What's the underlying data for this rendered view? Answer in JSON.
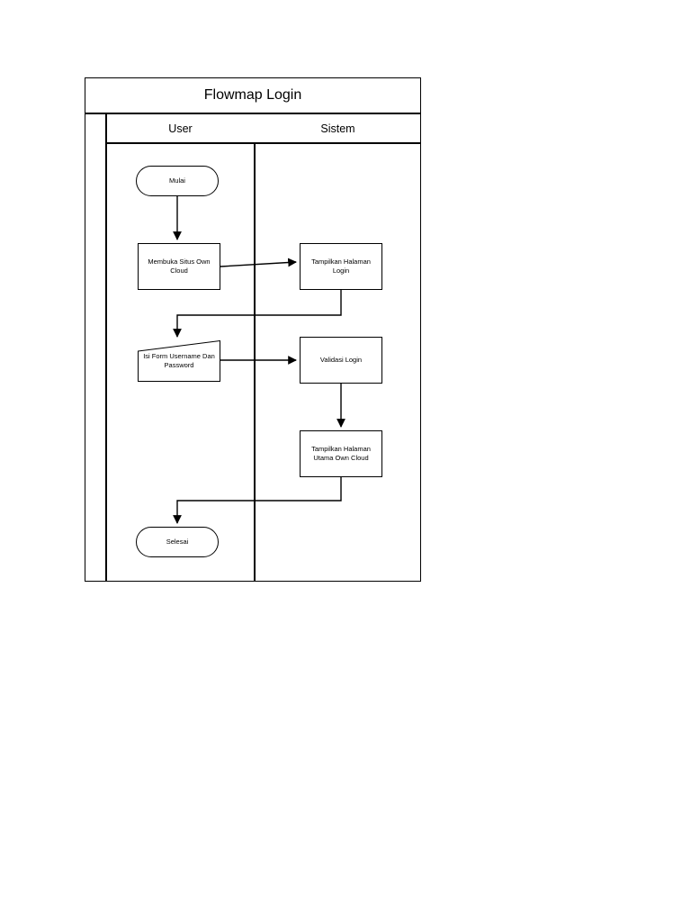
{
  "diagram": {
    "title": "Flowmap Login",
    "columns": [
      {
        "id": "user",
        "label": "User"
      },
      {
        "id": "sistem",
        "label": "Sistem"
      }
    ],
    "nodes": [
      {
        "id": "mulai",
        "label": "Mulai",
        "shape": "terminator",
        "column": "user"
      },
      {
        "id": "membuka",
        "label": "Membuka Situs Own Cloud",
        "shape": "process",
        "column": "user"
      },
      {
        "id": "tampilkan-login",
        "label": "Tampilkan Halaman Login",
        "shape": "process",
        "column": "sistem"
      },
      {
        "id": "isi-form",
        "label": "Isi Form Username Dan Password",
        "shape": "manual-input",
        "column": "user"
      },
      {
        "id": "validasi",
        "label": "Validasi Login",
        "shape": "process",
        "column": "sistem"
      },
      {
        "id": "tampilkan-utama",
        "label": "Tampilkan Halaman Utama Own Cloud",
        "shape": "process",
        "column": "sistem"
      },
      {
        "id": "selesai",
        "label": "Selesai",
        "shape": "terminator",
        "column": "user"
      }
    ],
    "edges": [
      {
        "from": "mulai",
        "to": "membuka"
      },
      {
        "from": "membuka",
        "to": "tampilkan-login"
      },
      {
        "from": "tampilkan-login",
        "to": "isi-form"
      },
      {
        "from": "isi-form",
        "to": "validasi"
      },
      {
        "from": "validasi",
        "to": "tampilkan-utama"
      },
      {
        "from": "tampilkan-utama",
        "to": "selesai"
      }
    ],
    "colors": {
      "stroke": "#000000",
      "background": "#ffffff"
    }
  }
}
